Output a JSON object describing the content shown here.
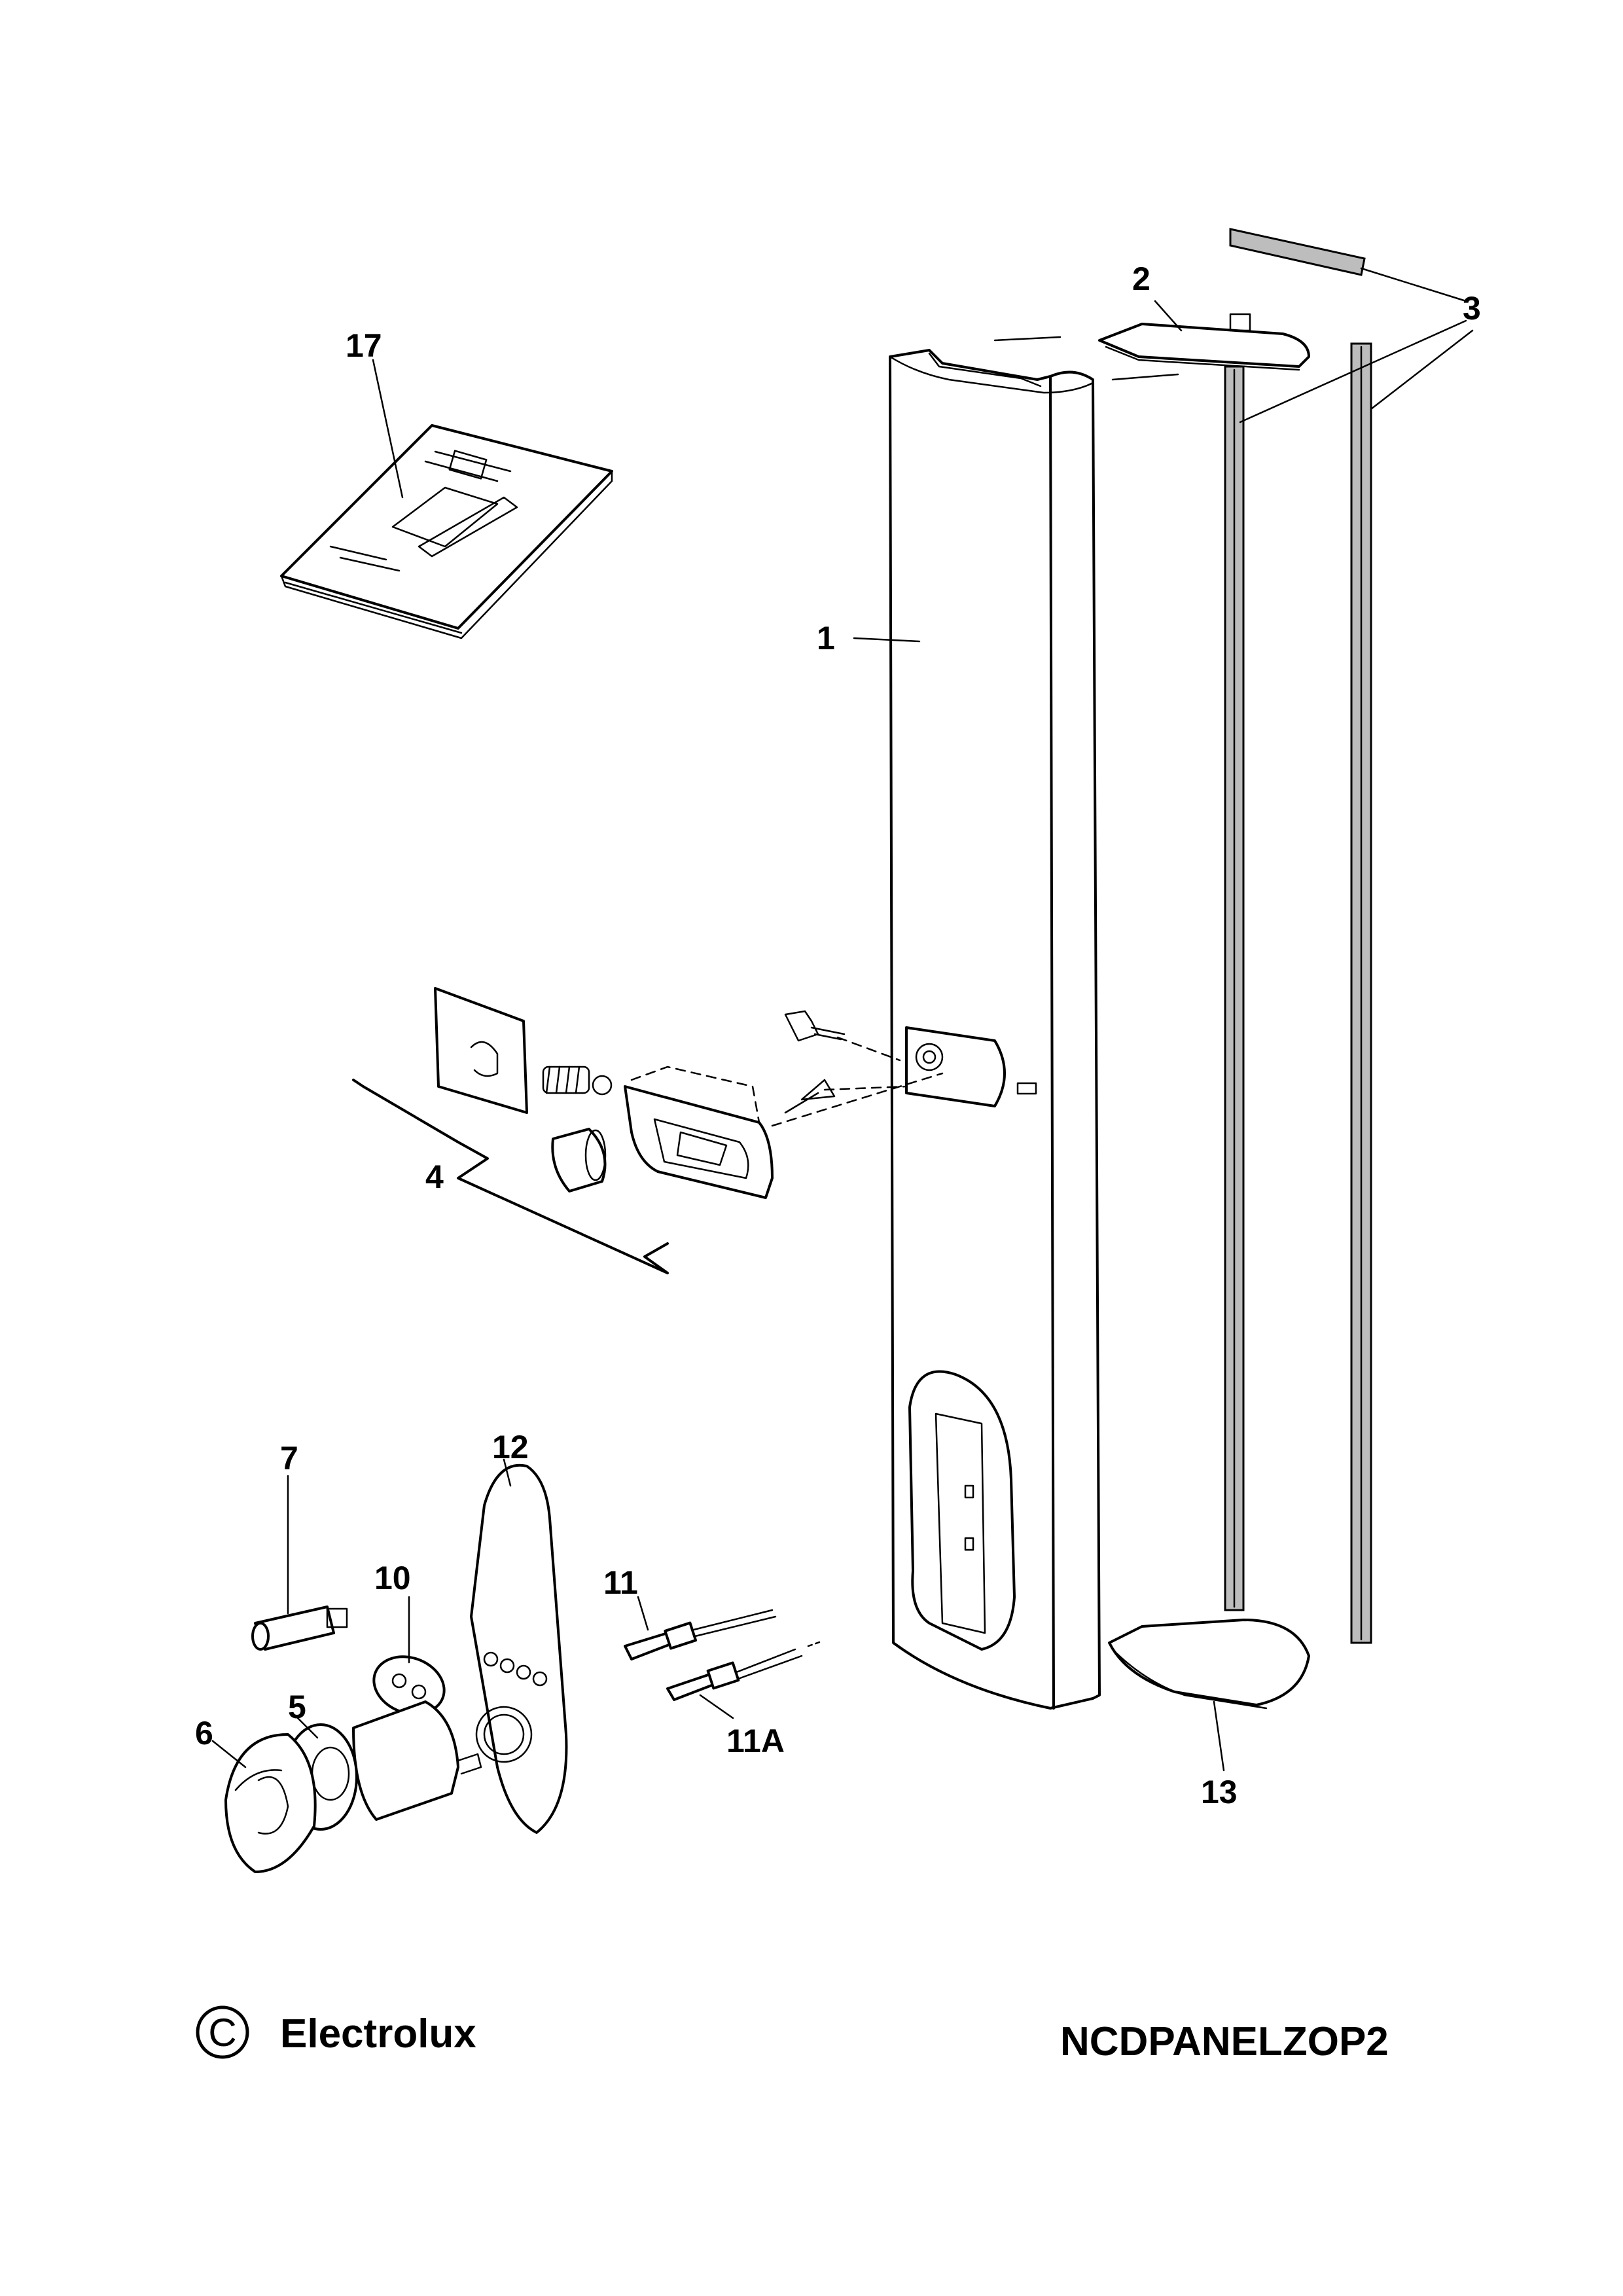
{
  "callouts": {
    "c1": "1",
    "c2": "2",
    "c3": "3",
    "c4": "4",
    "c5": "5",
    "c6": "6",
    "c7": "7",
    "c10": "10",
    "c11": "11",
    "c11a": "11A",
    "c12": "12",
    "c13": "13",
    "c17": "17"
  },
  "footer": {
    "copyright_symbol": "C",
    "brand": "Electrolux",
    "drawing_code": "NCDPANELZOP2"
  }
}
